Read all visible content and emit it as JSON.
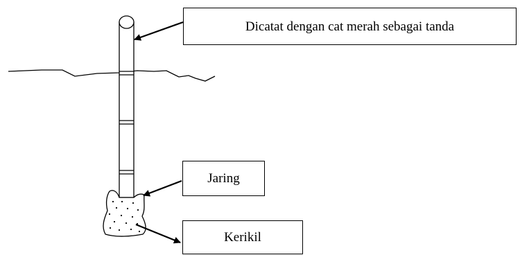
{
  "diagram": {
    "labels": {
      "red_mark": "Dicatat dengan cat merah sebagai tanda",
      "net": "Jaring",
      "gravel": "Kerikil"
    },
    "colors": {
      "ink": "#000000",
      "background": "#ffffff"
    }
  }
}
